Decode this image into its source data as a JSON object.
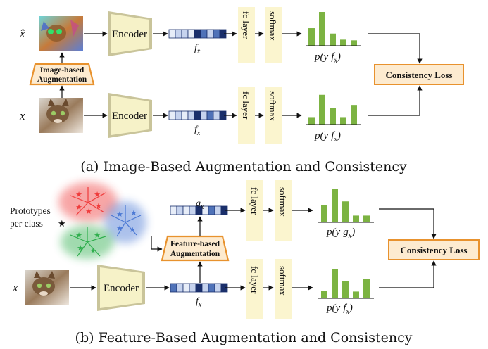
{
  "part_a": {
    "caption": "(a) Image-Based Augmentation and Consistency",
    "input_aug_label": "x̂",
    "input_label": "x",
    "augmentation_line1": "Image-based",
    "augmentation_line2": "Augmentation",
    "encoder_label": "Encoder",
    "feature_aug_label": "f",
    "feature_aug_sub": "x̂",
    "feature_label": "f",
    "feature_sub": "x",
    "fc_label": "fc layer",
    "softmax_label": "softmax",
    "dist_aug_label": "p(y|f",
    "dist_aug_sub": "x̂",
    "dist_label": "p(y|f",
    "dist_sub": "x",
    "dist_close": ")",
    "loss_label": "Consistency Loss",
    "bars_aug": [
      0.52,
      1.0,
      0.36,
      0.18,
      0.16
    ],
    "bars": [
      0.22,
      0.88,
      0.5,
      0.22,
      0.58
    ]
  },
  "part_b": {
    "caption": "(b) Feature-Based Augmentation and Consistency",
    "prototypes_line1": "Prototypes",
    "prototypes_line2": "per class",
    "input_label": "x",
    "encoder_label": "Encoder",
    "augmentation_line1": "Feature-based",
    "augmentation_line2": "Augmentation",
    "feature_aug_label": "g",
    "feature_aug_sub": "x",
    "feature_label": "f",
    "feature_sub": "x",
    "fc_label": "fc layer",
    "softmax_label": "softmax",
    "dist_aug_label": "p(y|g",
    "dist_aug_sub": "x",
    "dist_label": "p(y|f",
    "dist_sub": "x",
    "dist_close": ")",
    "loss_label": "Consistency Loss",
    "bars_aug": [
      0.5,
      1.0,
      0.62,
      0.2,
      0.2
    ],
    "bars": [
      0.22,
      0.86,
      0.5,
      0.2,
      0.58
    ]
  },
  "colors": {
    "encoder_fill": "#f6f2c8",
    "encoder_shadow": "#c9c49a",
    "aug_fill": "#fdebd0",
    "aug_border": "#e8922e",
    "loss_border": "#e8922e",
    "fc_fill": "#fbf5cf",
    "bar_green": "#7cb342",
    "feature_dark": "#1a2f6b",
    "feature_mid": "#4f72b8",
    "feature_light": "#c6d3ee",
    "feature_pale": "#e7edf8",
    "proto_red": "#ef3b3b",
    "proto_blue": "#4a78d4",
    "proto_green": "#2fae4d"
  }
}
